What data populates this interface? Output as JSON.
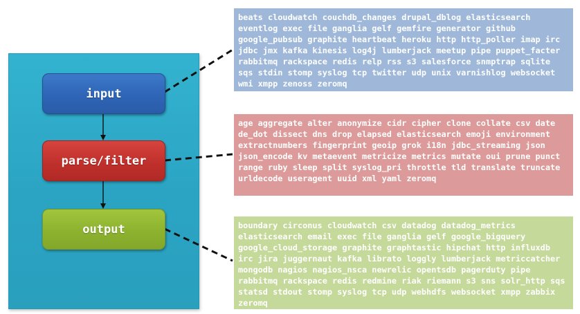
{
  "stages": {
    "input": "input",
    "filter": "parse/filter",
    "output": "output"
  },
  "plugins": {
    "input": "beats cloudwatch couchdb_changes drupal_dblog elasticsearch eventlog exec file ganglia gelf gemfire generator github google_pubsub graphite heartbeat heroku http http_poller imap irc jdbc jmx kafka kinesis log4j lumberjack meetup pipe puppet_facter rabbitmq rackspace redis relp rss s3 salesforce snmptrap sqlite sqs stdin stomp syslog tcp twitter udp unix varnishlog websocket wmi xmpp zenoss zeromq",
    "filter": "age aggregate alter anonymize cidr cipher clone collate csv date de_dot dissect dns drop elapsed elasticsearch emoji environment extractnumbers fingerprint geoip grok i18n jdbc_streaming json json_encode kv metaevent metricize metrics mutate oui prune punct range ruby sleep split syslog_pri throttle tld translate truncate urldecode useragent uuid xml yaml zeromq",
    "output": "boundary circonus cloudwatch csv datadog datadog_metrics elasticsearch email exec file ganglia gelf google_bigquery google_cloud_storage graphite graphtastic hipchat http influxdb irc jira juggernaut kafka librato loggly lumberjack metriccatcher mongodb nagios nagios_nsca newrelic opentsdb pagerduty pipe rabbitmq rackspace redis redmine riak riemann s3 sns solr_http sqs statsd stdout stomp syslog tcp udp webhdfs websocket xmpp zabbix zeromq"
  },
  "colors": {
    "panel": "#2ba4c3",
    "input": "#2f65b6",
    "filter": "#c0302c",
    "output": "#8db22f",
    "input_box": "#9fb8d9",
    "filter_box": "#dc9b9a",
    "output_box": "#c5d99a"
  }
}
